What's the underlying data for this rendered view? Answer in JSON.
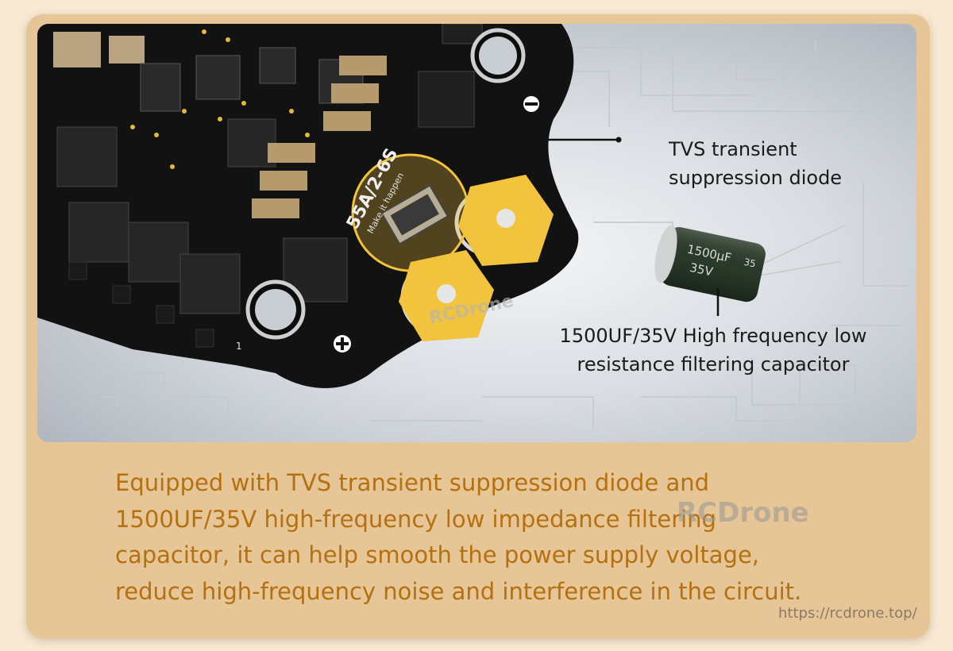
{
  "callouts": {
    "tvs_line1": "TVS transient",
    "tvs_line2": "suppression diode",
    "capacitor_line1": "1500UF/35V High frequency low",
    "capacitor_line2": "resistance filtering capacitor"
  },
  "board": {
    "silkscreen_model": "55A/2-6S",
    "silkscreen_slogan": "Make it happen",
    "pad_label": "1"
  },
  "capacitor": {
    "marking_value": "1500μF",
    "marking_voltage": "35V",
    "marking_side": "35"
  },
  "description": {
    "line1": "Equipped with TVS transient suppression diode and",
    "line2": "1500UF/35V high-frequency low impedance filtering",
    "line3": "capacitor, it can help smooth the power supply voltage,",
    "line4": "reduce high-frequency noise and interference in the circuit."
  },
  "watermarks": {
    "photo_brand": "RCDrone",
    "center_brand": "RCDrone",
    "url": "https://rcdrone.top/"
  },
  "colors": {
    "card_background": "#e6c596",
    "description_text": "#b5700f",
    "pcb_black": "#121212",
    "gold_pad": "#f2c33c"
  }
}
